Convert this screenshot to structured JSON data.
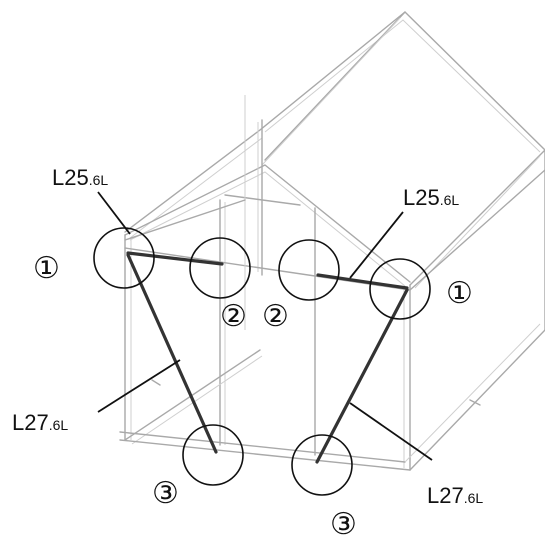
{
  "labels": {
    "top_left": {
      "main": "L25",
      "sub": ".6L"
    },
    "top_right": {
      "main": "L25",
      "sub": ".6L"
    },
    "bottom_left": {
      "main": "L27",
      "sub": ".6L"
    },
    "bottom_right": {
      "main": "L27",
      "sub": ".6L"
    }
  },
  "markers": {
    "left_1": "①",
    "right_1": "①",
    "left_2": "②",
    "right_2": "②",
    "left_3": "③",
    "right_3": "③"
  },
  "colors": {
    "frame": "#a9a9a9",
    "brace": "#333333",
    "ink": "#111111"
  }
}
